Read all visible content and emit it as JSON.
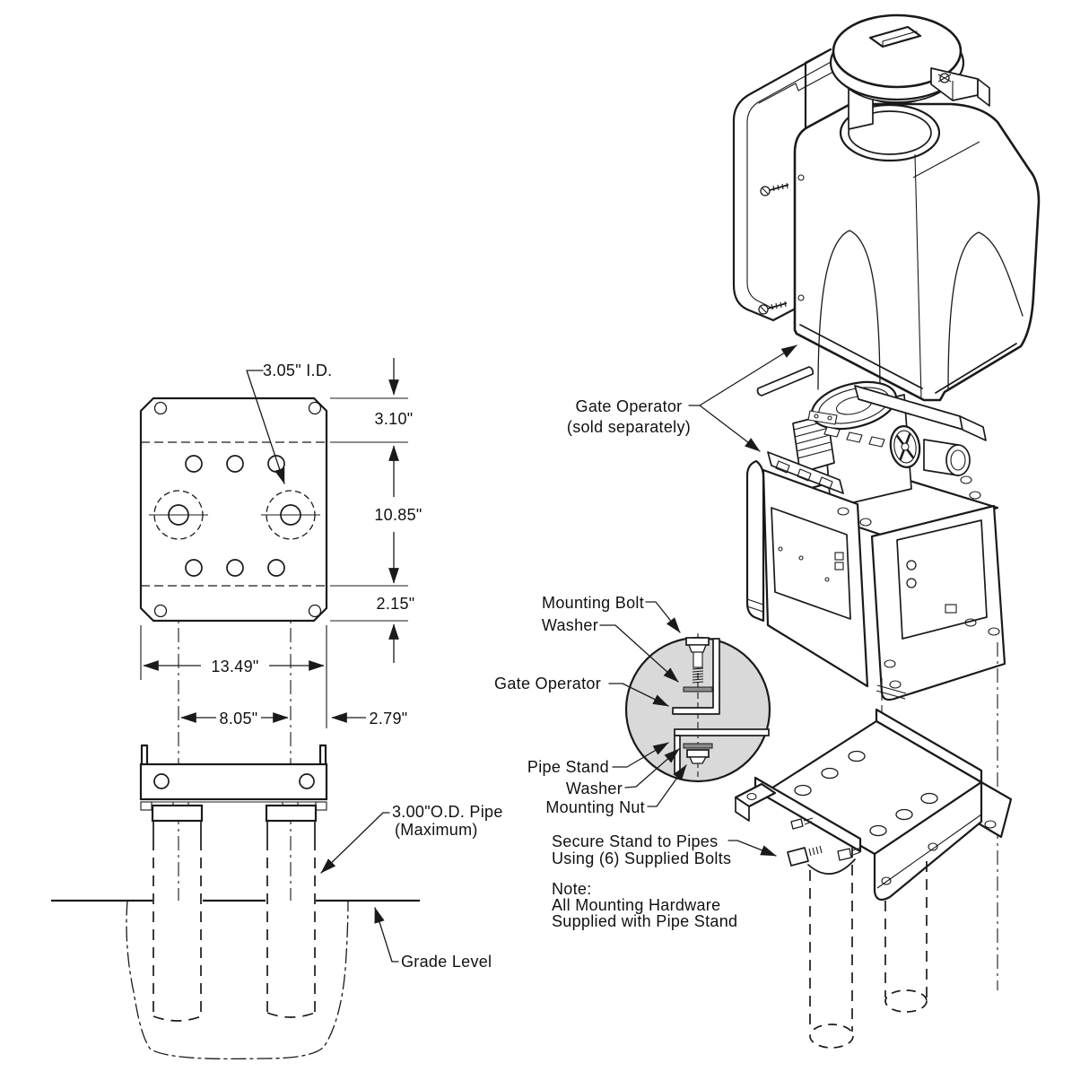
{
  "left_view": {
    "id_label": "3.05\" I.D.",
    "dim_3_10": "3.10\"",
    "dim_10_85": "10.85\"",
    "dim_2_15": "2.15\"",
    "dim_13_49": "13.49\"",
    "dim_8_05": "8.05\"",
    "dim_2_79": "2.79\"",
    "pipe_od_line1": "3.00\"O.D. Pipe",
    "pipe_od_line2": "(Maximum)",
    "grade_label": "Grade Level"
  },
  "right_view": {
    "operator_line1": "Gate Operator",
    "operator_line2": "(sold separately)",
    "callout": {
      "mounting_bolt": "Mounting Bolt",
      "washer_top": "Washer",
      "gate_operator": "Gate Operator",
      "pipe_stand": "Pipe Stand",
      "washer_bottom": "Washer",
      "mounting_nut": "Mounting Nut"
    },
    "secure_line1": "Secure Stand to Pipes",
    "secure_line2": "Using (6) Supplied Bolts",
    "note_line1": "Note:",
    "note_line2": "All Mounting Hardware",
    "note_line3": "Supplied with Pipe Stand"
  },
  "colors": {
    "line": "#1a1a1a",
    "callout_fill": "#d9d9d9",
    "washer_fill": "#8c8c8c",
    "background": "#ffffff"
  }
}
